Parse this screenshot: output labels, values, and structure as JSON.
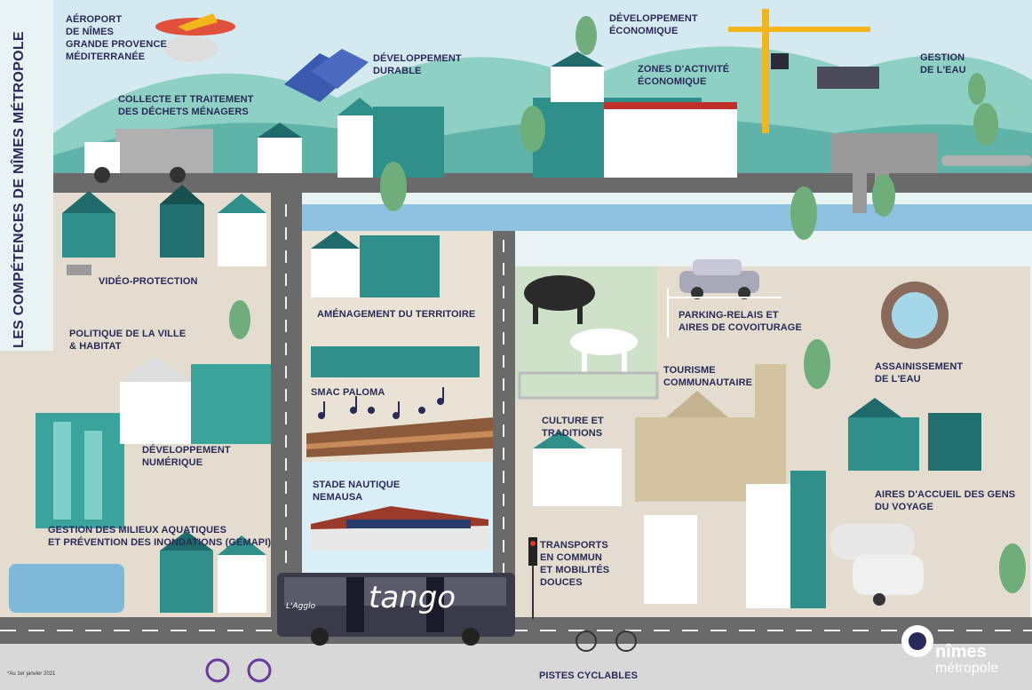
{
  "title": "LES COMPÉTENCES DE NÎMES MÉTROPOLE",
  "footnote": "*Au 1er janvier 2021",
  "logo": {
    "name": "nîmes",
    "sub": "métropole"
  },
  "bus": {
    "brand": "tango",
    "agglo": "L'Agglo"
  },
  "labels": {
    "aeroport": "AÉROPORT\nDE NÎMES\nGRANDE PROVENCE\nMÉDITERRANÉE",
    "dev_durable": "DÉVELOPPEMENT\nDURABLE",
    "dev_economique": "DÉVELOPPEMENT\nÉCONOMIQUE",
    "zones": "ZONES D'ACTIVITÉ\nÉCONOMIQUE",
    "eau": "GESTION\nDE L'EAU",
    "dechets": "COLLECTE ET TRAITEMENT\nDES DÉCHETS MÉNAGERS",
    "video": "VIDÉO-PROTECTION",
    "politique": "POLITIQUE DE LA VILLE\n& HABITAT",
    "amenagement": "AMÉNAGEMENT DU TERRITOIRE",
    "smac": "SMAC PALOMA",
    "numerique": "DÉVELOPPEMENT\nNUMÉRIQUE",
    "gemapi": "GESTION DES MILIEUX AQUATIQUES\nET PRÉVENTION DES INONDATIONS (Gemapi)",
    "stade": "STADE NAUTIQUE\nNEMAUSA",
    "parking": "PARKING-RELAIS ET\nAIRES DE COVOITURAGE",
    "tourisme": "TOURISME\nCOMMUNAUTAIRE",
    "assainissement": "ASSAINISSEMENT\nDE L'EAU",
    "culture": "CULTURE ET\nTRADITIONS",
    "aires": "AIRES D'ACCUEIL DES GENS\nDU VOYAGE",
    "transports": "TRANSPORTS\nEN COMMUN\nET MOBILITÉS\nDOUCES",
    "pistes": "PISTES CYCLABLES"
  },
  "colors": {
    "sky": "#cfe6ee",
    "hill": "#7fc8bd",
    "teal_dark": "#1f6b6b",
    "teal": "#2f8f8a",
    "road": "#6b6b6b",
    "road_light": "#9a9a9a",
    "ground": "#e6dfd2",
    "water": "#7fb8d8",
    "navy": "#2a2a5a",
    "ochre": "#c9b38a"
  },
  "icons": [
    "plane-icon",
    "solar-panel-icon",
    "crane-icon",
    "garbage-truck-icon",
    "camera-icon",
    "bull-icon",
    "horse-icon",
    "car-icon",
    "church-icon",
    "caravan-icon",
    "bus-icon",
    "bicycle-icon",
    "traffic-light-icon",
    "music-note-icon",
    "tree-icon",
    "logo-icon"
  ]
}
